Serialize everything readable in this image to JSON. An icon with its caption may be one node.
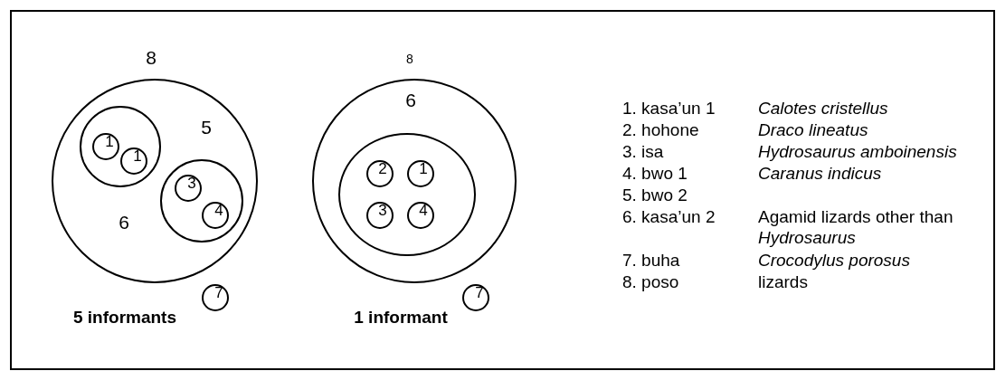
{
  "diagram": {
    "nodes": [
      {
        "text": [
          "8",
          "5",
          "6"
        ]
      },
      {
        "text": [],
        "shape": "circle",
        "in": 0
      },
      {
        "text": [
          "1"
        ],
        "in": 1
      },
      {
        "text": [
          "1"
        ],
        "in": 1
      },
      {
        "text": [],
        "shape": "circle",
        "in": 0
      },
      {
        "text": [
          "3"
        ],
        "in": 4
      },
      {
        "text": [
          "4"
        ],
        "in": 4
      },
      {
        "text": [
          "7"
        ]
      },
      {
        "text": [
          "8",
          "6"
        ]
      },
      {
        "text": [],
        "shape": "ellipse",
        "in": 8
      },
      {
        "text": [
          "2"
        ],
        "in": 9
      },
      {
        "text": [
          "1"
        ],
        "in": 9
      },
      {
        "text": [
          "3"
        ],
        "in": 9
      },
      {
        "text": [
          "4"
        ],
        "in": 9
      },
      {
        "text": [
          "7"
        ]
      }
    ],
    "labels": [
      "5 informants",
      "1 informant",
      "1. kasa’un 1",
      "Calotes cristellus",
      "2. hohone",
      "Draco lineatus",
      "3. isa",
      "Hydrosaurus amboinensis",
      "4. bwo 1",
      "Caranus indicus",
      "5. bwo 2",
      "6. kasa’un 2",
      "Agamid lizards other than *Hydrosaurus*",
      "7. buha",
      "Crocodylus porosus",
      "8. poso",
      "lizards"
    ]
  }
}
